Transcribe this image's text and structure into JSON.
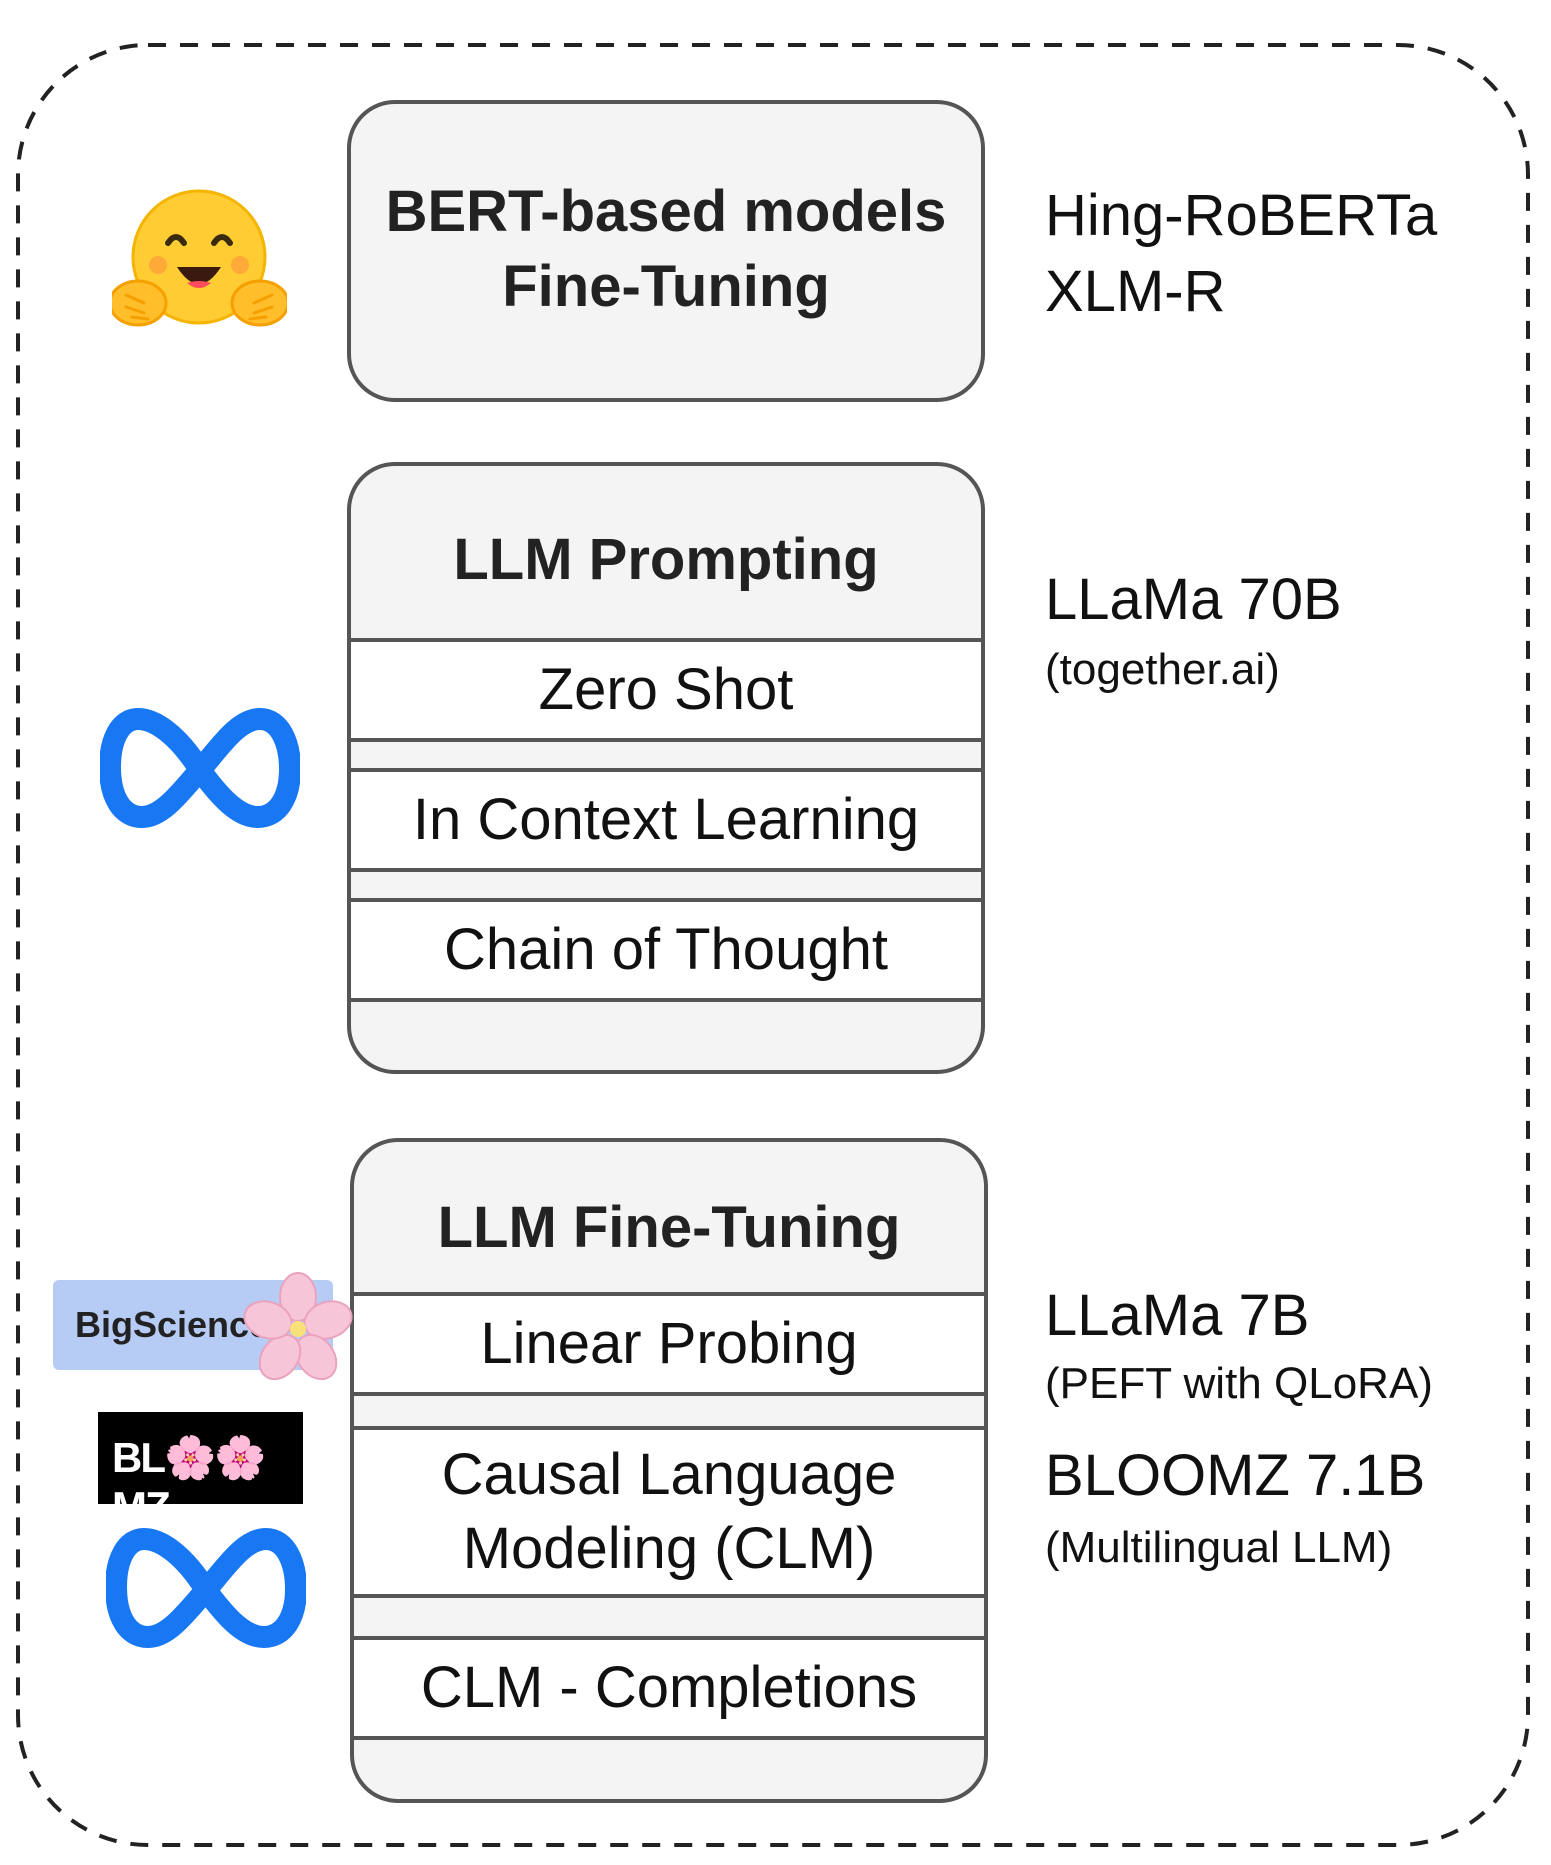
{
  "boxes": {
    "bert": {
      "title_line1": "BERT-based models",
      "title_line2": "Fine-Tuning"
    },
    "prompting": {
      "title": "LLM Prompting",
      "rows": [
        "Zero Shot",
        "In Context Learning",
        "Chain of Thought"
      ]
    },
    "finetuning": {
      "title": "LLM Fine-Tuning",
      "rows": [
        "Linear Probing",
        "Causal Language",
        "Modeling (CLM)",
        "CLM - Completions"
      ]
    }
  },
  "side_labels": {
    "bert": {
      "line1": "Hing-RoBERTa",
      "line2": "XLM-R"
    },
    "prompting": {
      "model": "LLaMa 70B",
      "note": "(together.ai)"
    },
    "finetuning": {
      "model1": "LLaMa 7B",
      "note1": "(PEFT with QLoRA)",
      "model2": "BLOOMZ 7.1B",
      "note2": "(Multilingual LLM)"
    }
  },
  "logos": {
    "hugging_face": "hugging-face-emoji",
    "meta": "meta-infinity-logo",
    "bigscience_text": "BigScience",
    "bloomz_text": "BL🌸🌸MZ"
  },
  "colors": {
    "meta_blue": "#1877f2",
    "hf_yellow": "#ffcc33",
    "bigscience_bg": "#b7ccf5",
    "box_fill": "#f4f4f4",
    "box_border": "#555555"
  }
}
